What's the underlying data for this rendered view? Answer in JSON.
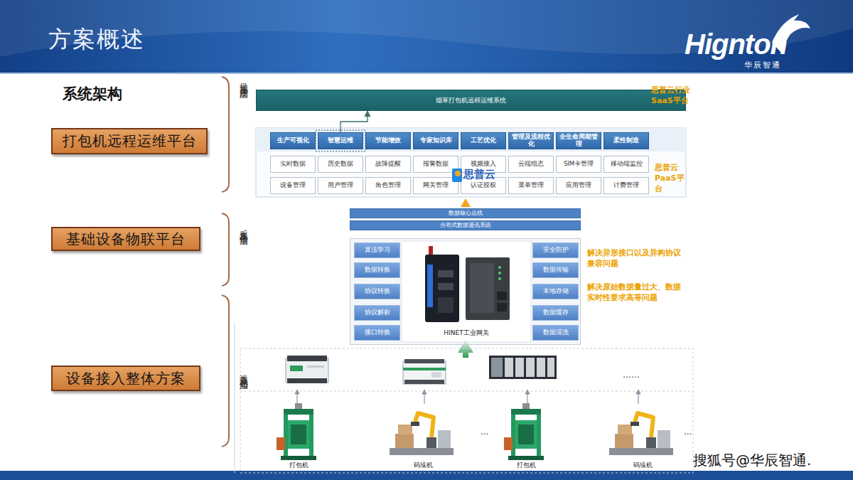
{
  "diagram": {
    "title": "方案概述",
    "nodes": [
      {
        "text": [
          "打包机远程运维平台"
        ]
      },
      {
        "text": [
          "烟草打包机远程运维系统"
        ]
      },
      {
        "text": [
          "生产可视化"
        ]
      },
      {
        "text": [
          "智慧运维"
        ]
      },
      {
        "text": [
          "节能增效"
        ]
      },
      {
        "text": [
          "专家知识库"
        ]
      },
      {
        "text": [
          "工艺优化"
        ]
      },
      {
        "text": [
          "管理及流程优化"
        ]
      },
      {
        "text": [
          "全生命周期管理"
        ]
      },
      {
        "text": [
          "柔性制造"
        ]
      },
      {
        "text": [
          "实时数据"
        ]
      },
      {
        "text": [
          "历史数据"
        ]
      },
      {
        "text": [
          "故障提醒"
        ]
      },
      {
        "text": [
          "报警数据"
        ]
      },
      {
        "text": [
          "视频接入"
        ]
      },
      {
        "text": [
          "云端组态"
        ]
      },
      {
        "text": [
          "SIM卡管理"
        ]
      },
      {
        "text": [
          "移动端监控"
        ]
      },
      {
        "text": [
          "设备管理"
        ]
      },
      {
        "text": [
          "用户管理"
        ]
      },
      {
        "text": [
          "角色管理"
        ]
      },
      {
        "text": [
          "网关管理"
        ]
      },
      {
        "text": [
          "认证授权"
        ]
      },
      {
        "text": [
          "菜单管理"
        ]
      },
      {
        "text": [
          "应用管理"
        ]
      },
      {
        "text": [
          "计费管理"
        ]
      },
      {
        "text": [
          "基础设备物联平台"
        ]
      },
      {
        "text": [
          "数据核心总线"
        ]
      },
      {
        "text": [
          "分布式数据通讯系统"
        ]
      },
      {
        "text": [
          "HINET工业网关"
        ]
      },
      {
        "text": [
          "算法学习"
        ],
        "in": 29
      },
      {
        "text": [
          "数据转换"
        ],
        "in": 29
      },
      {
        "text": [
          "协议转换"
        ],
        "in": 29
      },
      {
        "text": [
          "协议解析"
        ],
        "in": 29
      },
      {
        "text": [
          "接口转换"
        ],
        "in": 29
      },
      {
        "text": [
          "安全防护"
        ],
        "in": 29
      },
      {
        "text": [
          "数据传输"
        ],
        "in": 29
      },
      {
        "text": [
          "本地存储"
        ],
        "in": 29
      },
      {
        "text": [
          "数据缓存"
        ],
        "in": 29
      },
      {
        "text": [
          "数据清洗"
        ],
        "in": 29
      },
      {
        "text": [
          "设备接入整体方案"
        ]
      },
      {
        "text": [
          "打包机"
        ]
      },
      {
        "text": [
          "码垛机"
        ]
      },
      {
        "text": [
          "打包机"
        ]
      },
      {
        "text": [
          "码垛机"
        ]
      }
    ],
    "edges": [
      {
        "from": 3,
        "to": 1,
        "arrow": "to"
      }
    ],
    "labels": [
      "Hignton",
      "华辰智通",
      "系统架构",
      "呈现及应用层",
      "采集及传输层",
      "设备及感知层",
      "思普云行业 SaaS平台",
      "思普云 PaaS平台",
      "思普云",
      "解决异形接口以及异构协议兼容问题",
      "解决原始数据量过大、数据实时性要求高等问题",
      "……",
      "...",
      "...",
      "搜狐号@华辰智通."
    ]
  }
}
